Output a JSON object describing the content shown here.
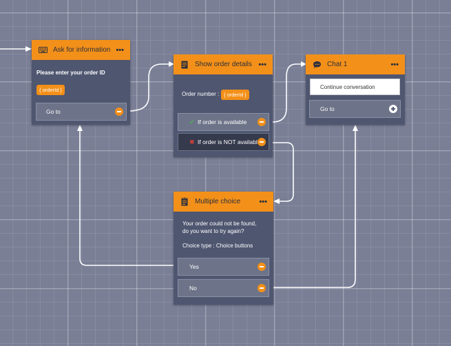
{
  "nodes": {
    "ask": {
      "title": "Ask for information",
      "menu": "•••",
      "prompt": "Please enter your order ID",
      "variable": "{ orderId }",
      "goto_label": "Go to"
    },
    "show": {
      "title": "Show order details",
      "menu": "•••",
      "order_label": "Order number :",
      "variable": "{ orderId }",
      "branch_available": "If order is available",
      "branch_not_available": "If order is NOT available",
      "check_glyph": "✔",
      "cross_glyph": "✖"
    },
    "chat": {
      "title": "Chat 1",
      "menu": "•••",
      "continue_label": "Continue conversation",
      "goto_label": "Go to"
    },
    "multi": {
      "title": "Multiple choice",
      "menu": "•••",
      "message_line1": "Your order could not be found,",
      "message_line2": "do you want to try again?",
      "choice_type": "Choice type : Choice buttons",
      "option_yes": "Yes",
      "option_no": "No"
    }
  },
  "colors": {
    "canvas": "#7a7f96",
    "node_body": "#4f5670",
    "header": "#f39019",
    "connector": "#ffffff"
  },
  "icons": [
    "keyboard-icon",
    "document-icon",
    "chat-bubble-icon",
    "clipboard-icon",
    "minus-circle-icon",
    "plus-circle-icon",
    "check-icon",
    "cross-icon",
    "arrow-head-icon"
  ]
}
